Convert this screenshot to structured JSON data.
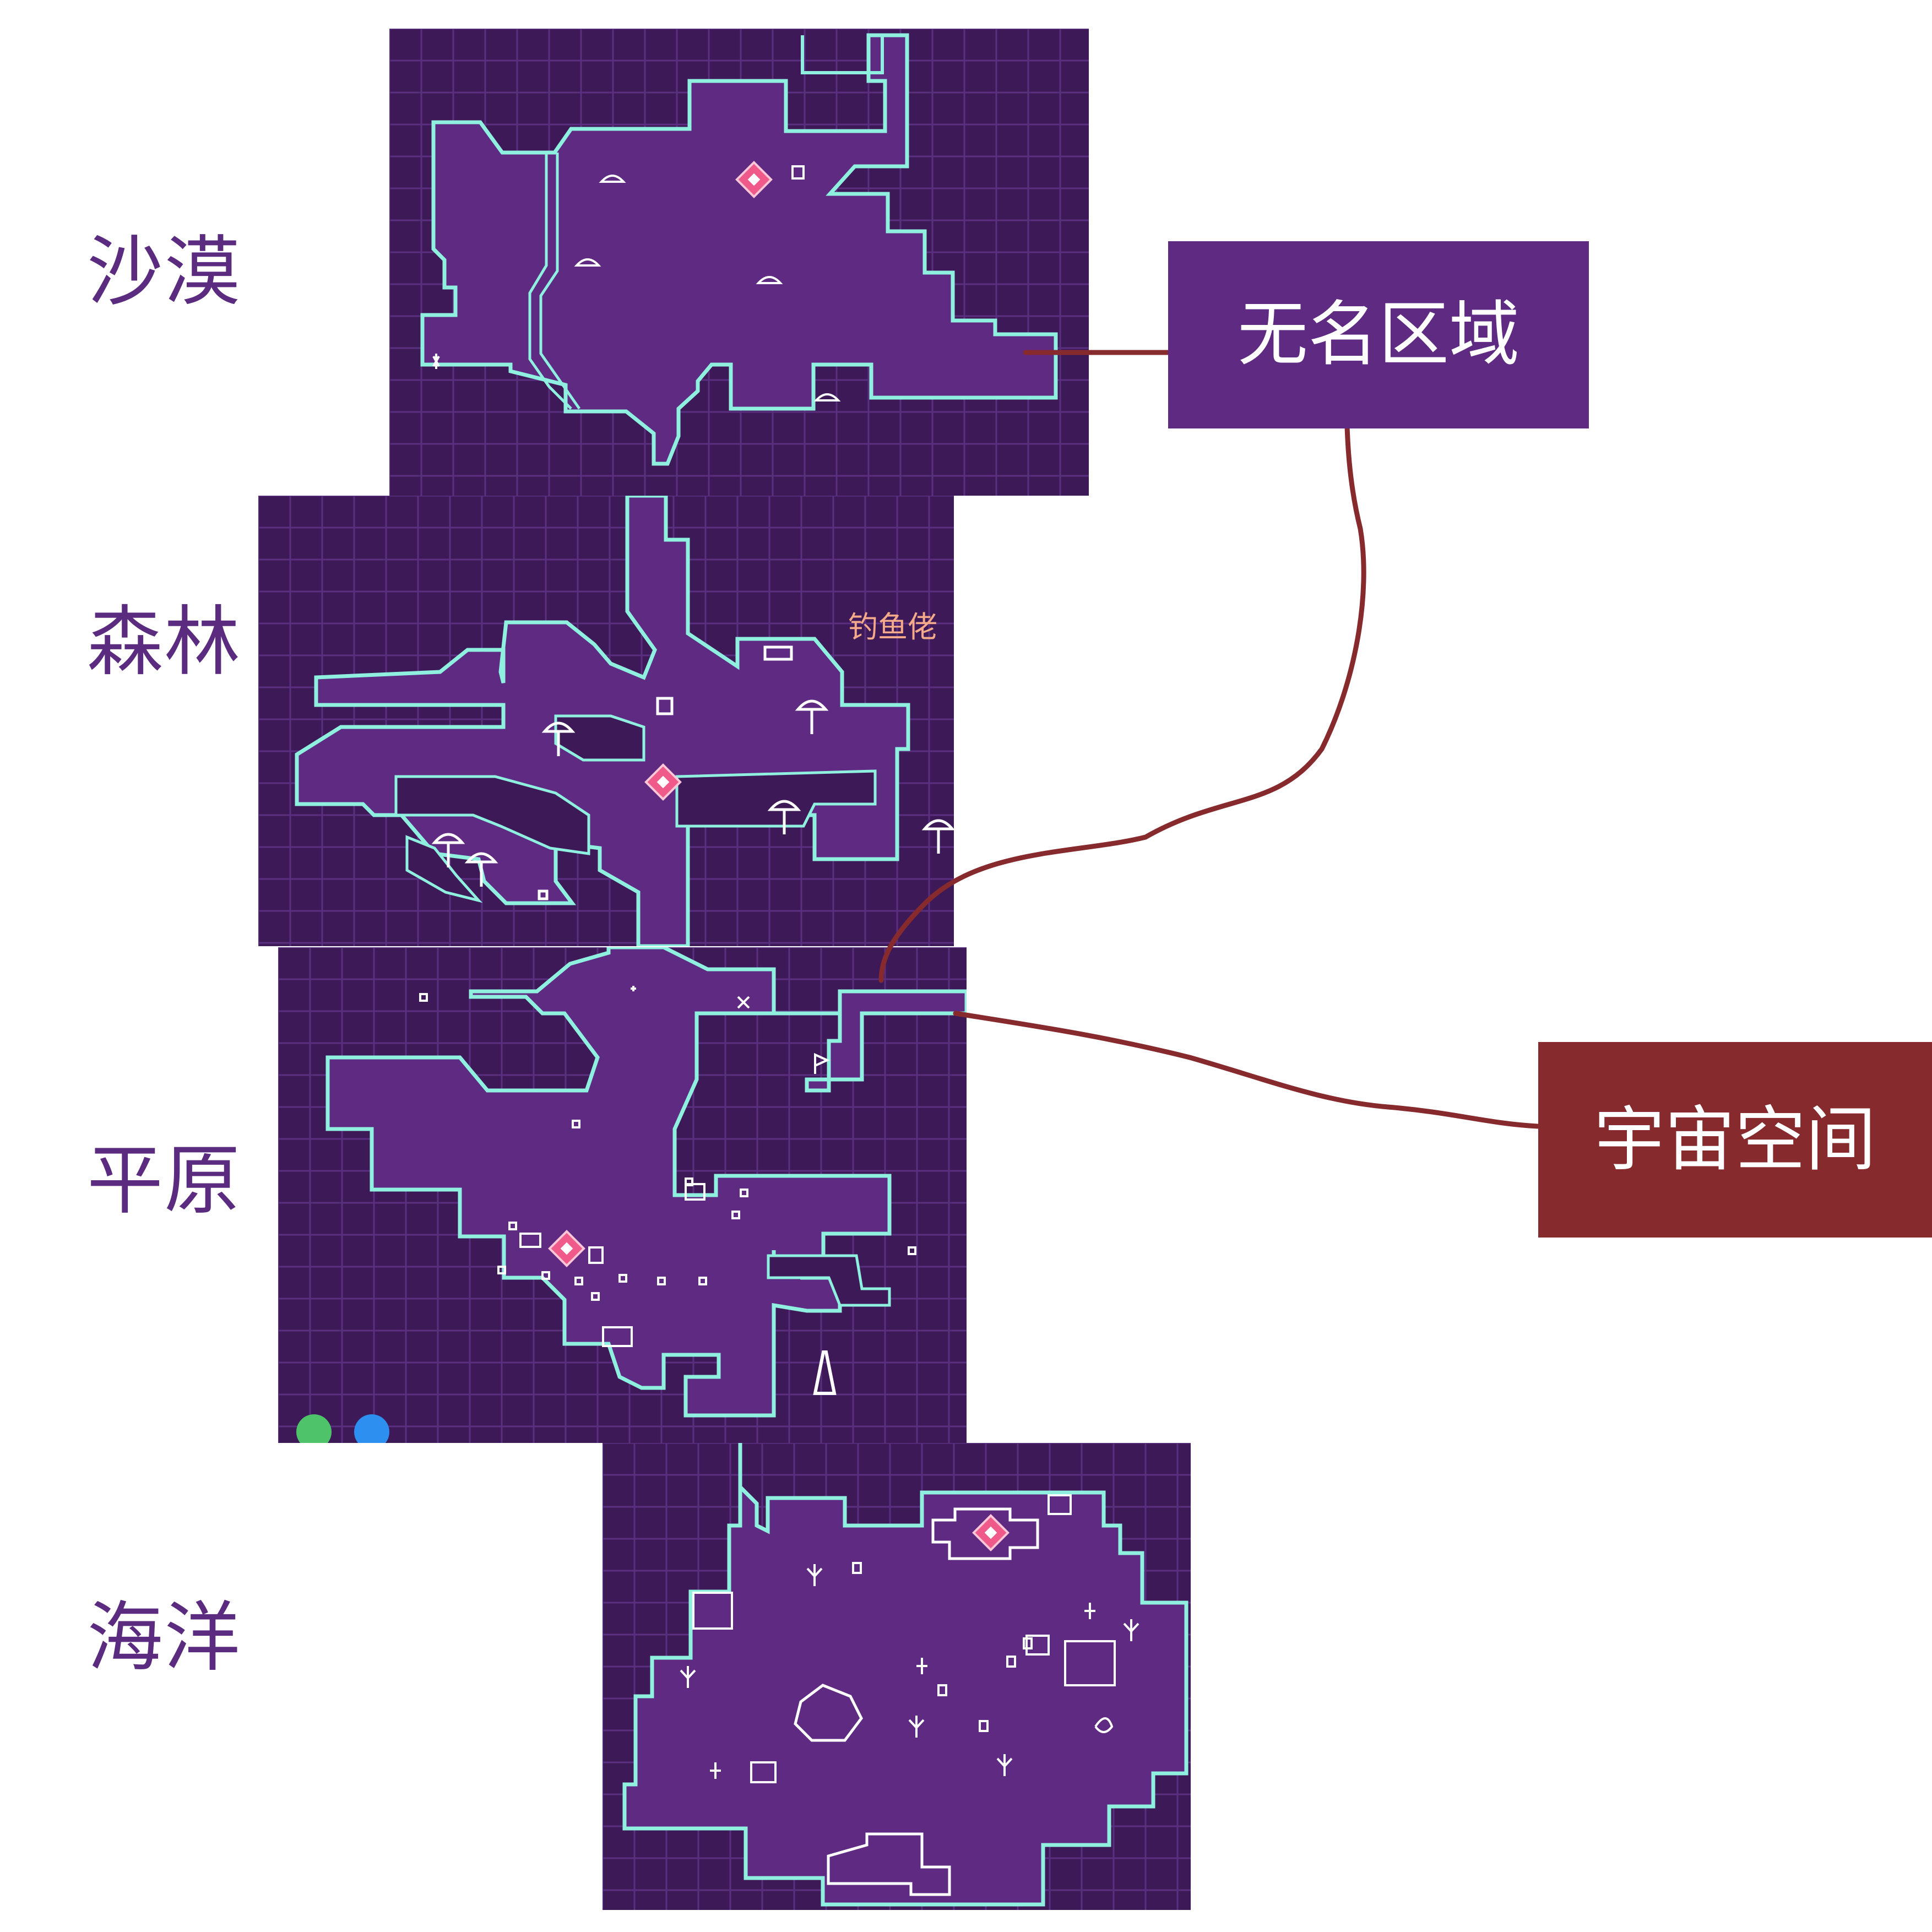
{
  "regions": [
    {
      "id": "desert",
      "label": "沙漠"
    },
    {
      "id": "forest",
      "label": "森林"
    },
    {
      "id": "plains",
      "label": "平原"
    },
    {
      "id": "ocean",
      "label": "海洋"
    }
  ],
  "callouts": {
    "unnamed_area": {
      "label": "无名区域",
      "bg": "#5e2a82"
    },
    "outer_space": {
      "label": "宇宙空间",
      "bg": "#862a2e"
    }
  },
  "forest_npc_label": "钓鱼佬",
  "colors": {
    "map_background": "#3d1a57",
    "grid_line": "#5a2f80",
    "walkable_area": "#5e2a82",
    "wall_outline": "#8ff0e0",
    "waypoint_marker": "#ef5a8a",
    "annotation_line": "#862a2e",
    "region_text": "#5b2b80",
    "npc_text": "#f4a98a"
  },
  "legend_icons": [
    "waypoint-diamond-icon",
    "mushroom-icon",
    "coral-icon",
    "shell-icon",
    "flag-icon",
    "lighthouse-icon",
    "chest-icon"
  ]
}
